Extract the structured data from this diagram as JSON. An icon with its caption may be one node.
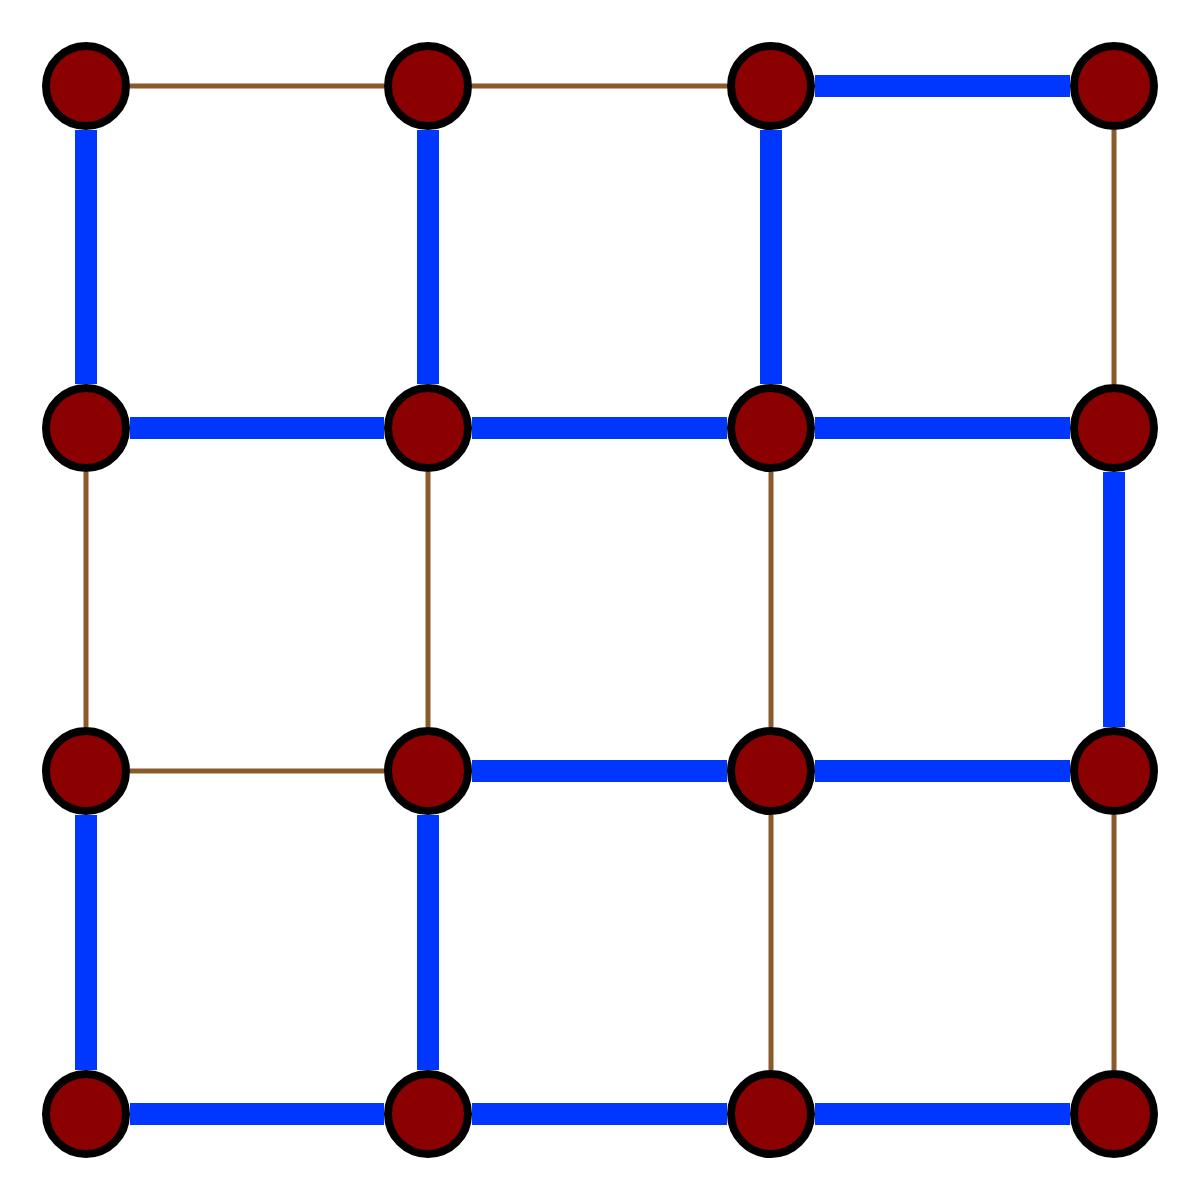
{
  "diagram": {
    "nodes": [
      {
        "text": [],
        "shape": "circle"
      },
      {
        "text": [],
        "shape": "circle"
      },
      {
        "text": [],
        "shape": "circle"
      },
      {
        "text": [],
        "shape": "circle"
      },
      {
        "text": [],
        "shape": "circle"
      },
      {
        "text": [],
        "shape": "circle"
      },
      {
        "text": [],
        "shape": "circle"
      },
      {
        "text": [],
        "shape": "circle"
      },
      {
        "text": [],
        "shape": "circle"
      },
      {
        "text": [],
        "shape": "circle"
      },
      {
        "text": [],
        "shape": "circle"
      },
      {
        "text": [],
        "shape": "circle"
      },
      {
        "text": [],
        "shape": "circle"
      },
      {
        "text": [],
        "shape": "circle"
      },
      {
        "text": [],
        "shape": "circle"
      },
      {
        "text": [],
        "shape": "circle"
      }
    ],
    "edges": [
      {
        "from": 0,
        "to": 1,
        "arrow": "none",
        "color": "#8b5a2b"
      },
      {
        "from": 1,
        "to": 2,
        "arrow": "none",
        "color": "#8b5a2b"
      },
      {
        "from": 2,
        "to": 3,
        "arrow": "none"
      },
      {
        "from": 4,
        "to": 5,
        "arrow": "none"
      },
      {
        "from": 5,
        "to": 6,
        "arrow": "none"
      },
      {
        "from": 6,
        "to": 7,
        "arrow": "none"
      },
      {
        "from": 8,
        "to": 9,
        "arrow": "none",
        "color": "#8b5a2b"
      },
      {
        "from": 9,
        "to": 10,
        "arrow": "none"
      },
      {
        "from": 10,
        "to": 11,
        "arrow": "none"
      },
      {
        "from": 12,
        "to": 13,
        "arrow": "none"
      },
      {
        "from": 13,
        "to": 14,
        "arrow": "none"
      },
      {
        "from": 14,
        "to": 15,
        "arrow": "none"
      },
      {
        "from": 0,
        "to": 4,
        "arrow": "none"
      },
      {
        "from": 1,
        "to": 5,
        "arrow": "none"
      },
      {
        "from": 2,
        "to": 6,
        "arrow": "none"
      },
      {
        "from": 3,
        "to": 7,
        "arrow": "none",
        "color": "#8b5a2b"
      },
      {
        "from": 4,
        "to": 8,
        "arrow": "none",
        "color": "#8b5a2b"
      },
      {
        "from": 5,
        "to": 9,
        "arrow": "none",
        "color": "#8b5a2b"
      },
      {
        "from": 6,
        "to": 10,
        "arrow": "none",
        "color": "#8b5a2b"
      },
      {
        "from": 7,
        "to": 11,
        "arrow": "none"
      },
      {
        "from": 8,
        "to": 12,
        "arrow": "none"
      },
      {
        "from": 9,
        "to": 13,
        "arrow": "none"
      },
      {
        "from": 10,
        "to": 14,
        "arrow": "none",
        "color": "#8b5a2b"
      },
      {
        "from": 11,
        "to": 15,
        "arrow": "none",
        "color": "#8b5a2b"
      }
    ]
  }
}
